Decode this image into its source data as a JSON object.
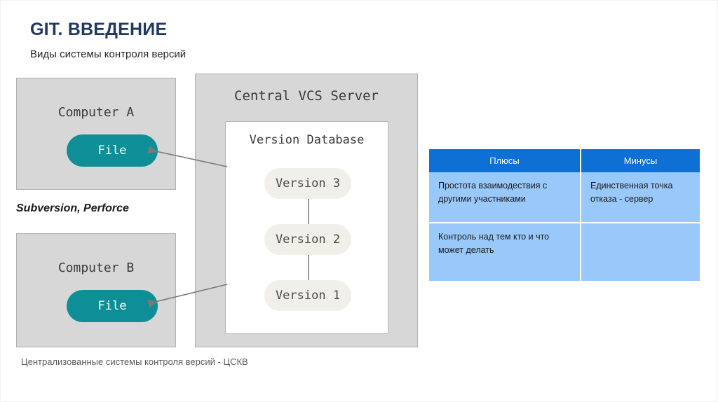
{
  "header": {
    "title": "GIT. ВВЕДЕНИЕ",
    "subtitle": "Виды системы контроля версий",
    "title_color": "#1f3864"
  },
  "diagram": {
    "client_a": {
      "label": "Computer A",
      "file_label": "File"
    },
    "client_b": {
      "label": "Computer B",
      "file_label": "File"
    },
    "vcs_examples": "Subversion, Perforce",
    "server": {
      "label": "Central VCS Server",
      "database_label": "Version Database",
      "versions": [
        {
          "label": "Version 3"
        },
        {
          "label": "Version 2"
        },
        {
          "label": "Version 1"
        }
      ]
    },
    "colors": {
      "box_fill": "#d7d7d7",
      "box_border": "#b0b0b0",
      "file_pill": "#0e8f98",
      "version_pill": "#f0efe9",
      "arrow": "#7a7a74"
    }
  },
  "table": {
    "columns": [
      "Плюсы",
      "Минусы"
    ],
    "header_bg": "#0e6fd4",
    "body_bg": "#99c8fa",
    "rows": [
      {
        "pros": "Простота взаимодествия с другими участниками",
        "cons": "Единственная точка отказа - сервер"
      },
      {
        "pros": "Контроль над тем кто и что может делать",
        "cons": ""
      }
    ]
  },
  "footer": {
    "caption": "Централизованные системы контроля версий - ЦСКВ"
  }
}
